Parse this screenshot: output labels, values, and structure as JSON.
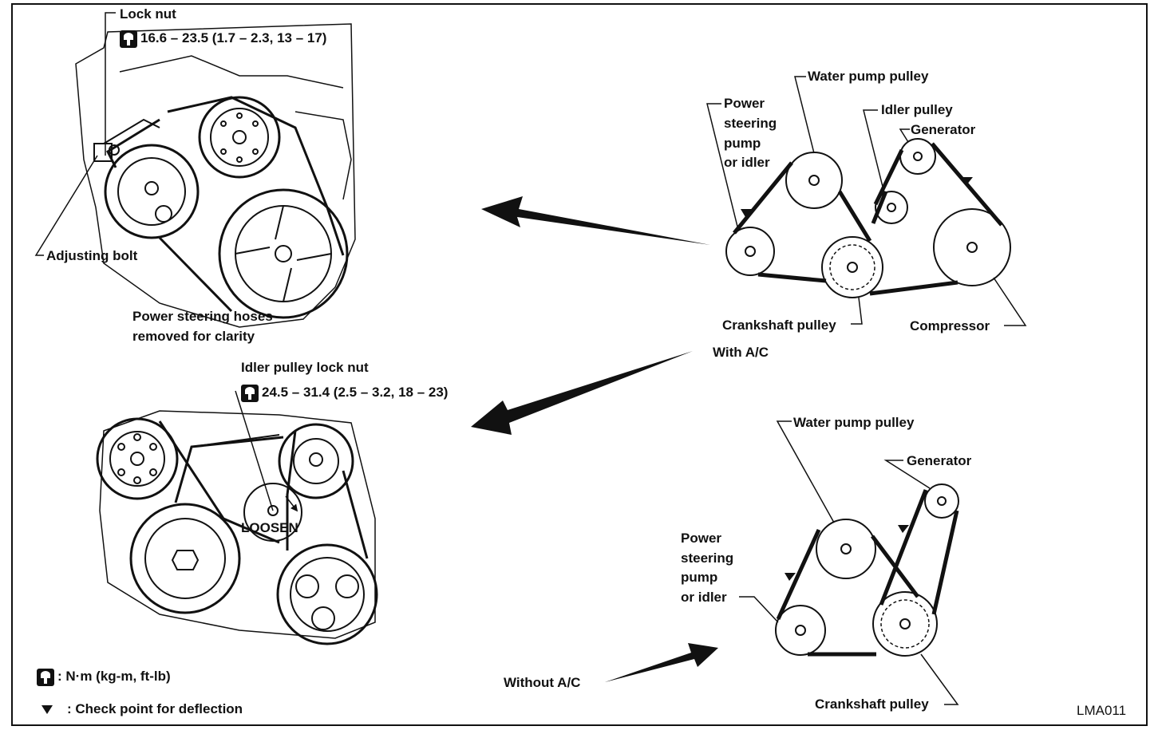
{
  "labels": {
    "lock_nut": "Lock nut",
    "lock_nut_torque": "16.6 – 23.5 (1.7 – 2.3, 13 – 17)",
    "adjusting_bolt": "Adjusting bolt",
    "ps_hoses_line1": "Power steering hoses",
    "ps_hoses_line2": "removed for clarity",
    "idler_lock_nut": "Idler pulley lock nut",
    "idler_lock_nut_torque": "24.5 – 31.4 (2.5 – 3.2, 18 – 23)",
    "loosen": "LOOSEN",
    "with_ac": "With A/C",
    "without_ac": "Without A/C",
    "figure_id": "LMA011"
  },
  "with_ac_diagram": {
    "water_pump_pulley": "Water pump pulley",
    "ps_pump_line1": "Power",
    "ps_pump_line2": "steering",
    "ps_pump_line3": "pump",
    "ps_pump_line4": "or idler",
    "idler_pulley": "Idler pulley",
    "generator": "Generator",
    "crankshaft_pulley": "Crankshaft pulley",
    "compressor": "Compressor"
  },
  "without_ac_diagram": {
    "water_pump_pulley": "Water pump pulley",
    "generator": "Generator",
    "ps_pump_line1": "Power",
    "ps_pump_line2": "steering",
    "ps_pump_line3": "pump",
    "ps_pump_line4": "or idler",
    "crankshaft_pulley": "Crankshaft pulley"
  },
  "legend": {
    "torque_units": ": N·m (kg-m, ft-lb)",
    "check_point": ": Check point for deflection"
  },
  "icons": {
    "torque": "wrench-icon",
    "deflection": "triangle-marker-icon"
  }
}
